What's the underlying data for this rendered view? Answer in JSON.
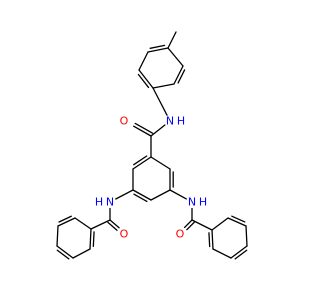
{
  "molecule": {
    "atom_labels": [
      {
        "id": "O_amide_top",
        "text": "O",
        "color": "#ff0000"
      },
      {
        "id": "N_amide_top",
        "text": "N",
        "color": "#0000ff"
      },
      {
        "id": "H_amide_top",
        "text": "H",
        "color": "#0000ff"
      },
      {
        "id": "N_left",
        "text": "N",
        "color": "#0000ff"
      },
      {
        "id": "H_left",
        "text": "H",
        "color": "#0000ff"
      },
      {
        "id": "N_right",
        "text": "N",
        "color": "#0000ff"
      },
      {
        "id": "H_right",
        "text": "H",
        "color": "#0000ff"
      },
      {
        "id": "O_left",
        "text": "O",
        "color": "#ff0000"
      },
      {
        "id": "O_right",
        "text": "O",
        "color": "#ff0000"
      }
    ]
  }
}
